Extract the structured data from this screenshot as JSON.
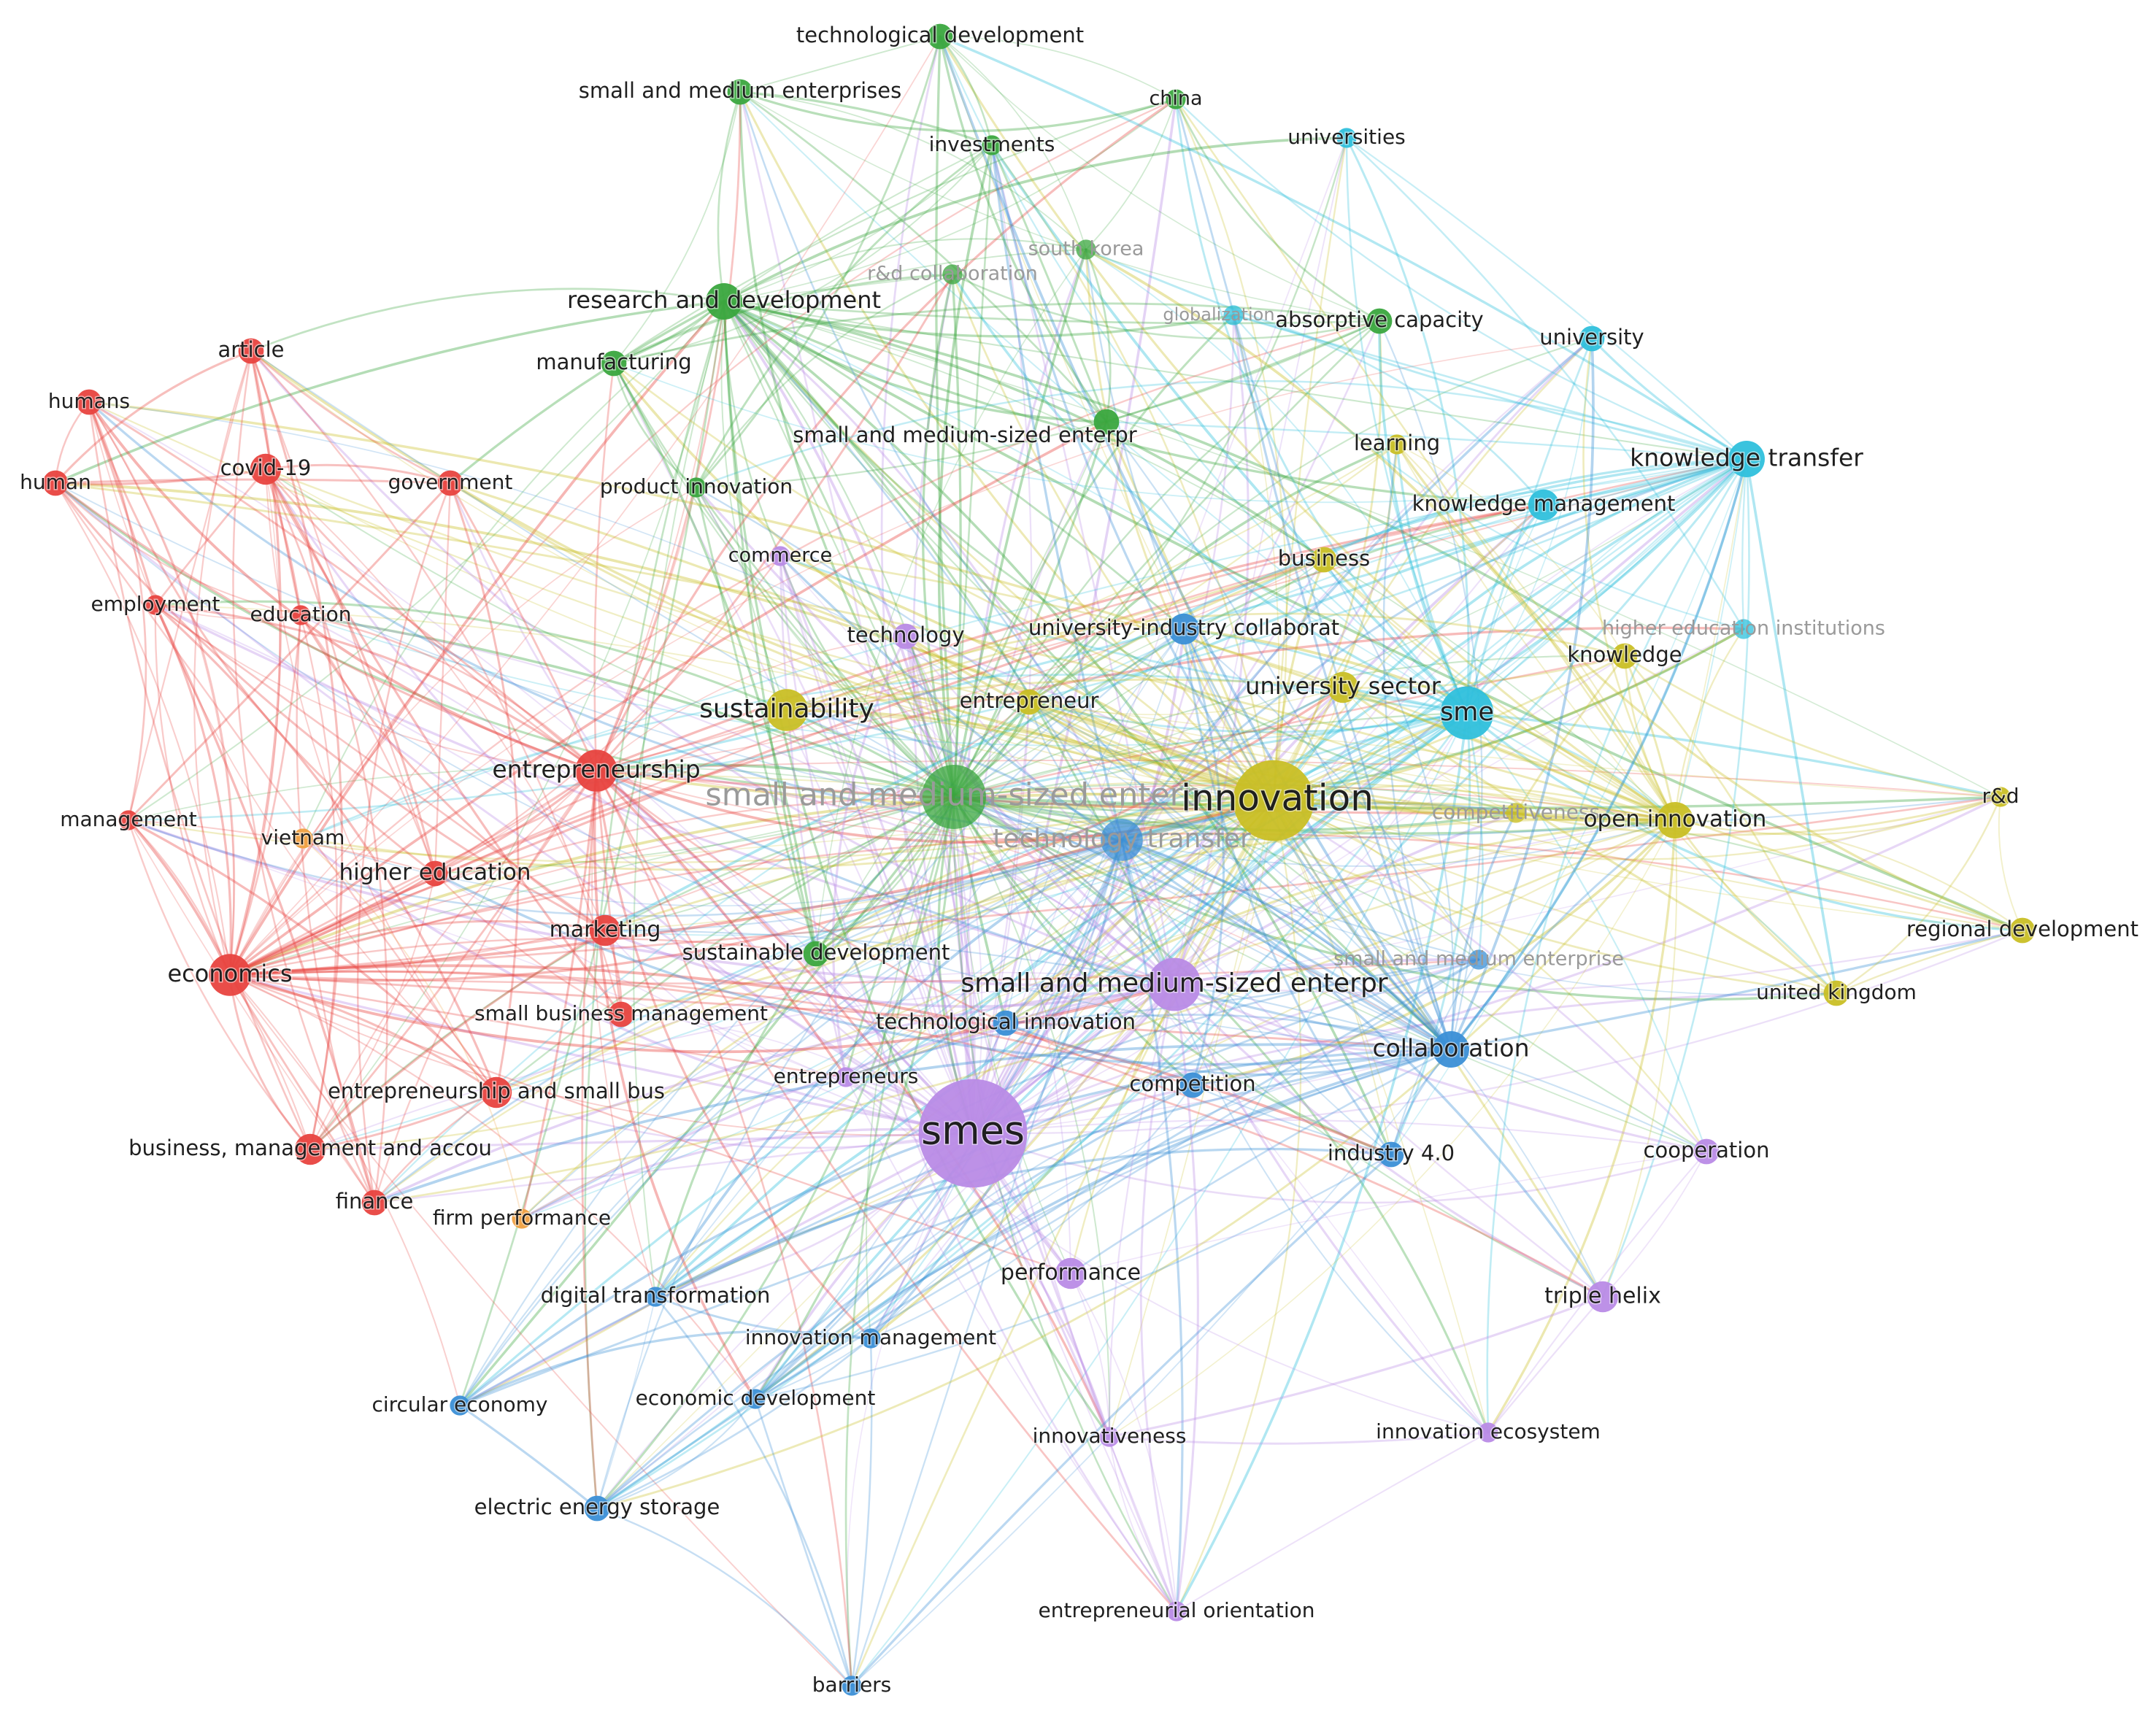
{
  "clusters": {
    "red": "#e8433f",
    "green": "#3aa63e",
    "blue": "#3b8fd6",
    "yellow": "#c9bf25",
    "purple": "#b98be6",
    "cyan": "#2fc0dc",
    "orange": "#f0a040"
  },
  "nodes": [
    {
      "id": "technological-development",
      "label": "technological development",
      "cluster": "green",
      "w": 3
    },
    {
      "id": "small-and-medium-enterprises",
      "label": "small and medium enterprises",
      "cluster": "green",
      "w": 3
    },
    {
      "id": "china",
      "label": "china",
      "cluster": "green",
      "w": 2
    },
    {
      "id": "investments",
      "label": "investments",
      "cluster": "green",
      "w": 2
    },
    {
      "id": "universities",
      "label": "universities",
      "cluster": "cyan",
      "w": 2
    },
    {
      "id": "south-korea",
      "label": "south korea",
      "cluster": "green",
      "w": 2,
      "faint": true
    },
    {
      "id": "rd-collaboration",
      "label": "r&d collaboration",
      "cluster": "green",
      "w": 2,
      "faint": true
    },
    {
      "id": "research-and-development",
      "label": "research and development",
      "cluster": "green",
      "w": 5
    },
    {
      "id": "globalization",
      "label": "globalization",
      "cluster": "cyan",
      "w": 2,
      "faint": true
    },
    {
      "id": "absorptive-capacity",
      "label": "absorptive capacity",
      "cluster": "green",
      "w": 3
    },
    {
      "id": "university",
      "label": "university",
      "cluster": "cyan",
      "w": 3
    },
    {
      "id": "article",
      "label": "article",
      "cluster": "red",
      "w": 3
    },
    {
      "id": "manufacturing",
      "label": "manufacturing",
      "cluster": "green",
      "w": 3
    },
    {
      "id": "humans",
      "label": "humans",
      "cluster": "red",
      "w": 3
    },
    {
      "id": "small-and-medium-sized-enterpr-green",
      "label": "small and medium-sized enterpr",
      "cluster": "green",
      "w": 3
    },
    {
      "id": "learning",
      "label": "learning",
      "cluster": "yellow",
      "w": 2
    },
    {
      "id": "knowledge-transfer",
      "label": "knowledge transfer",
      "cluster": "cyan",
      "w": 5
    },
    {
      "id": "human",
      "label": "human",
      "cluster": "red",
      "w": 3
    },
    {
      "id": "covid-19",
      "label": "covid-19",
      "cluster": "red",
      "w": 4
    },
    {
      "id": "government",
      "label": "government",
      "cluster": "red",
      "w": 3
    },
    {
      "id": "product-innovation",
      "label": "product innovation",
      "cluster": "green",
      "w": 2
    },
    {
      "id": "knowledge-management",
      "label": "knowledge management",
      "cluster": "cyan",
      "w": 4
    },
    {
      "id": "commerce",
      "label": "commerce",
      "cluster": "purple",
      "w": 2
    },
    {
      "id": "business",
      "label": "business",
      "cluster": "yellow",
      "w": 3
    },
    {
      "id": "employment",
      "label": "employment",
      "cluster": "red",
      "w": 2
    },
    {
      "id": "education",
      "label": "education",
      "cluster": "red",
      "w": 2
    },
    {
      "id": "university-industry-collaborat",
      "label": "university-industry collaborat",
      "cluster": "blue",
      "w": 4
    },
    {
      "id": "technology",
      "label": "technology",
      "cluster": "purple",
      "w": 3
    },
    {
      "id": "higher-education-institutions",
      "label": "higher education institutions",
      "cluster": "cyan",
      "w": 2,
      "faint": true
    },
    {
      "id": "knowledge",
      "label": "knowledge",
      "cluster": "yellow",
      "w": 3
    },
    {
      "id": "university-sector",
      "label": "university sector",
      "cluster": "yellow",
      "w": 4
    },
    {
      "id": "sustainability",
      "label": "sustainability",
      "cluster": "yellow",
      "w": 6
    },
    {
      "id": "entrepreneur",
      "label": "entrepreneur",
      "cluster": "yellow",
      "w": 3
    },
    {
      "id": "sme",
      "label": "sme",
      "cluster": "cyan",
      "w": 8
    },
    {
      "id": "entrepreneurship",
      "label": "entrepreneurship",
      "cluster": "red",
      "w": 6
    },
    {
      "id": "small-and-medium-sized-enterp-big",
      "label": "small and medium-sized enterp",
      "cluster": "green",
      "w": 10,
      "faint": true
    },
    {
      "id": "innovation",
      "label": "innovation",
      "cluster": "yellow",
      "w": 13
    },
    {
      "id": "rd",
      "label": "r&d",
      "cluster": "yellow",
      "w": 2
    },
    {
      "id": "competitiveness",
      "label": "competitiveness",
      "cluster": "yellow",
      "w": 2,
      "faint": true
    },
    {
      "id": "open-innovation",
      "label": "open innovation",
      "cluster": "yellow",
      "w": 5
    },
    {
      "id": "management",
      "label": "management",
      "cluster": "red",
      "w": 2
    },
    {
      "id": "vietnam",
      "label": "vietnam",
      "cluster": "orange",
      "w": 2
    },
    {
      "id": "technology-transfer",
      "label": "technology transfer",
      "cluster": "blue",
      "w": 6,
      "faint": true
    },
    {
      "id": "higher-education",
      "label": "higher education",
      "cluster": "red",
      "w": 3
    },
    {
      "id": "regional-development",
      "label": "regional development",
      "cluster": "yellow",
      "w": 3
    },
    {
      "id": "marketing",
      "label": "marketing",
      "cluster": "red",
      "w": 4
    },
    {
      "id": "sustainable-development",
      "label": "sustainable development",
      "cluster": "green",
      "w": 3
    },
    {
      "id": "small-and-medium-enterprise",
      "label": "small and medium enterprise",
      "cluster": "blue",
      "w": 2,
      "faint": true
    },
    {
      "id": "economics",
      "label": "economics",
      "cluster": "red",
      "w": 6
    },
    {
      "id": "small-and-medium-sized-enterpr-purple",
      "label": "small and medium-sized enterpr",
      "cluster": "purple",
      "w": 8
    },
    {
      "id": "united-kingdom",
      "label": "united kingdom",
      "cluster": "yellow",
      "w": 3
    },
    {
      "id": "small-business-management",
      "label": "small business management",
      "cluster": "red",
      "w": 3
    },
    {
      "id": "technological-innovation",
      "label": "technological innovation",
      "cluster": "blue",
      "w": 3
    },
    {
      "id": "collaboration",
      "label": "collaboration",
      "cluster": "blue",
      "w": 5
    },
    {
      "id": "entrepreneurs",
      "label": "entrepreneurs",
      "cluster": "purple",
      "w": 2
    },
    {
      "id": "competition",
      "label": "competition",
      "cluster": "blue",
      "w": 3
    },
    {
      "id": "entrepreneurship-and-small-bus",
      "label": "entrepreneurship and small bus",
      "cluster": "red",
      "w": 4
    },
    {
      "id": "smes",
      "label": "smes",
      "cluster": "purple",
      "w": 18
    },
    {
      "id": "business-management-and-accou",
      "label": "business, management and accou",
      "cluster": "red",
      "w": 4
    },
    {
      "id": "industry-4-0",
      "label": "industry 4.0",
      "cluster": "blue",
      "w": 3
    },
    {
      "id": "cooperation",
      "label": "cooperation",
      "cluster": "purple",
      "w": 3
    },
    {
      "id": "finance",
      "label": "finance",
      "cluster": "red",
      "w": 3
    },
    {
      "id": "firm-performance",
      "label": "firm performance",
      "cluster": "orange",
      "w": 2
    },
    {
      "id": "performance",
      "label": "performance",
      "cluster": "purple",
      "w": 4
    },
    {
      "id": "digital-transformation",
      "label": "digital transformation",
      "cluster": "blue",
      "w": 2
    },
    {
      "id": "triple-helix",
      "label": "triple helix",
      "cluster": "purple",
      "w": 4
    },
    {
      "id": "innovation-management",
      "label": "innovation management",
      "cluster": "blue",
      "w": 2
    },
    {
      "id": "circular-economy",
      "label": "circular economy",
      "cluster": "blue",
      "w": 2
    },
    {
      "id": "economic-development",
      "label": "economic development",
      "cluster": "blue",
      "w": 2
    },
    {
      "id": "innovativeness",
      "label": "innovativeness",
      "cluster": "purple",
      "w": 2
    },
    {
      "id": "innovation-ecosystem",
      "label": "innovation ecosystem",
      "cluster": "purple",
      "w": 2
    },
    {
      "id": "electric-energy-storage",
      "label": "electric energy storage",
      "cluster": "blue",
      "w": 3
    },
    {
      "id": "entrepreneurial-orientation",
      "label": "entrepreneurial orientation",
      "cluster": "purple",
      "w": 2
    },
    {
      "id": "barriers",
      "label": "barriers",
      "cluster": "blue",
      "w": 2
    }
  ]
}
